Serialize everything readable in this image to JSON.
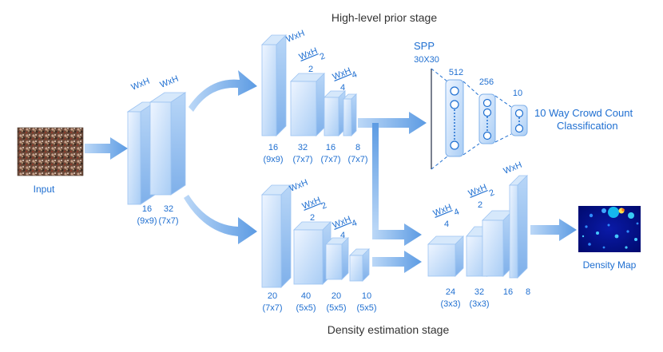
{
  "stages": {
    "top": "High-level prior stage",
    "bottom": "Density estimation stage"
  },
  "input": {
    "label": "Input"
  },
  "shared": {
    "wxh1": "WxH",
    "wxh2": "WxH",
    "c1_ch": "16",
    "c1_k": "(9x9)",
    "c2_ch": "32",
    "c2_k": "(7x7)"
  },
  "prior": {
    "wxh": "WxH",
    "half_num": "WxH",
    "half_den": "2",
    "half_den2": "2",
    "quarter_num": "WxH",
    "quarter_den": "4",
    "quarter_den2": "4",
    "layers": [
      {
        "ch": "16",
        "k": "(9x9)"
      },
      {
        "ch": "32",
        "k": "(7x7)"
      },
      {
        "ch": "16",
        "k": "(7x7)"
      },
      {
        "ch": "8",
        "k": "(7x7)"
      }
    ]
  },
  "density": {
    "wxh": "WxH",
    "half_num": "WxH",
    "half_den": "2",
    "half_den2": "2",
    "quarter_num": "WxH",
    "quarter_den": "4",
    "quarter_den2": "4",
    "layers": [
      {
        "ch": "20",
        "k": "(7x7)"
      },
      {
        "ch": "40",
        "k": "(5x5)"
      },
      {
        "ch": "20",
        "k": "(5x5)"
      },
      {
        "ch": "10",
        "k": "(5x5)"
      }
    ]
  },
  "spp": {
    "title": "SPP",
    "size": "30X30",
    "fc1": "512",
    "fc2": "256",
    "fc3": "10",
    "class_line1": "10 Way Crowd Count",
    "class_line2": "Classification"
  },
  "fusion": {
    "quarter_num": "WxH",
    "quarter_den": "4",
    "quarter_den2": "4",
    "half_num": "WxH",
    "half_den": "2",
    "half_den2": "2",
    "wxh": "WxH",
    "layers": [
      {
        "ch": "24",
        "k": "(3x3)"
      },
      {
        "ch": "32",
        "k": "(3x3)"
      },
      {
        "ch": "16",
        "k": ""
      },
      {
        "ch": "8",
        "k": ""
      }
    ]
  },
  "output": {
    "label": "Density Map"
  },
  "colors": {
    "accent": "#1f6fd1",
    "block_light": "#eef5ff",
    "block_dark": "#9cc3f2"
  }
}
